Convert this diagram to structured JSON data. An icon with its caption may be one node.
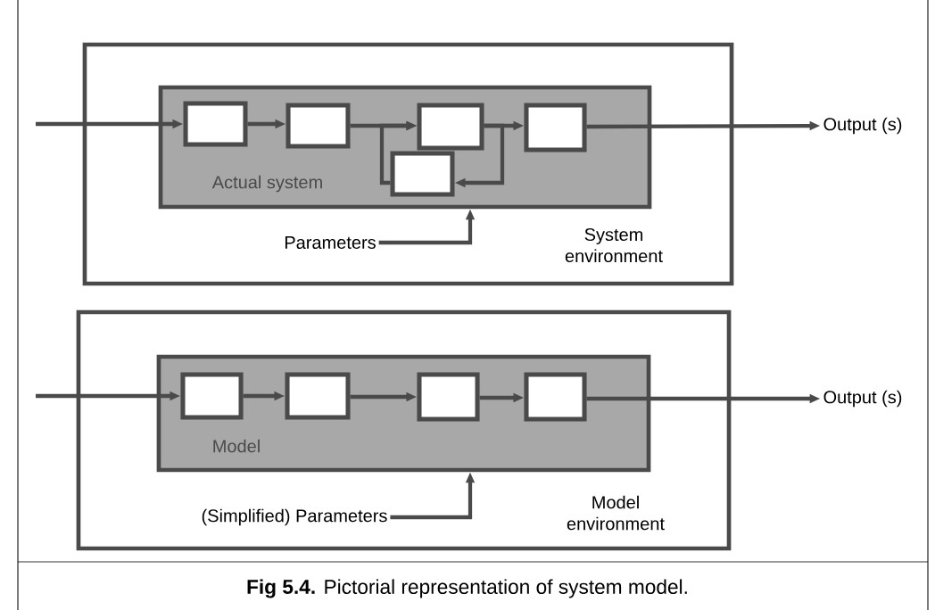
{
  "diagram": {
    "caption": "**Fig 5.4.** Pictorial representation of system model.",
    "nodes": [
      {
        "text": [
          "System environment"
        ]
      },
      {
        "text": [
          "Actual system"
        ],
        "in": 0
      },
      {
        "text": [],
        "shape": "box",
        "in": 1
      },
      {
        "text": [],
        "shape": "box",
        "in": 1
      },
      {
        "text": [],
        "shape": "box",
        "in": 1
      },
      {
        "text": [],
        "shape": "box",
        "in": 1
      },
      {
        "text": [],
        "shape": "box",
        "in": 1
      },
      {
        "text": [
          "Parameters"
        ],
        "in": 0
      },
      {
        "text": [
          "Output (s)"
        ]
      },
      {
        "text": [
          "Model environment"
        ]
      },
      {
        "text": [
          "Model"
        ],
        "in": 9
      },
      {
        "text": [],
        "shape": "box",
        "in": 10
      },
      {
        "text": [],
        "shape": "box",
        "in": 10
      },
      {
        "text": [],
        "shape": "box",
        "in": 10
      },
      {
        "text": [],
        "shape": "box",
        "in": 10
      },
      {
        "text": [
          "(Simplified) Parameters"
        ],
        "in": 9
      },
      {
        "text": [
          "Output (s)"
        ]
      }
    ],
    "edges": [
      {
        "from": null,
        "to": 2,
        "arrow": "to"
      },
      {
        "from": 2,
        "to": 3,
        "arrow": "to"
      },
      {
        "from": 3,
        "to": 4,
        "arrow": "to"
      },
      {
        "from": 4,
        "to": 5,
        "arrow": "to"
      },
      {
        "from": 5,
        "to": 8,
        "arrow": "to"
      },
      {
        "from": 4,
        "to": 6,
        "arrow": "to"
      },
      {
        "from": 6,
        "to": 4,
        "arrow": "to"
      },
      {
        "from": 7,
        "to": 1,
        "arrow": "to"
      },
      {
        "from": null,
        "to": 11,
        "arrow": "to"
      },
      {
        "from": 11,
        "to": 12,
        "arrow": "to"
      },
      {
        "from": 12,
        "to": 13,
        "arrow": "to"
      },
      {
        "from": 13,
        "to": 14,
        "arrow": "to"
      },
      {
        "from": 14,
        "to": 16,
        "arrow": "to"
      },
      {
        "from": 15,
        "to": 10,
        "arrow": "to"
      }
    ]
  }
}
